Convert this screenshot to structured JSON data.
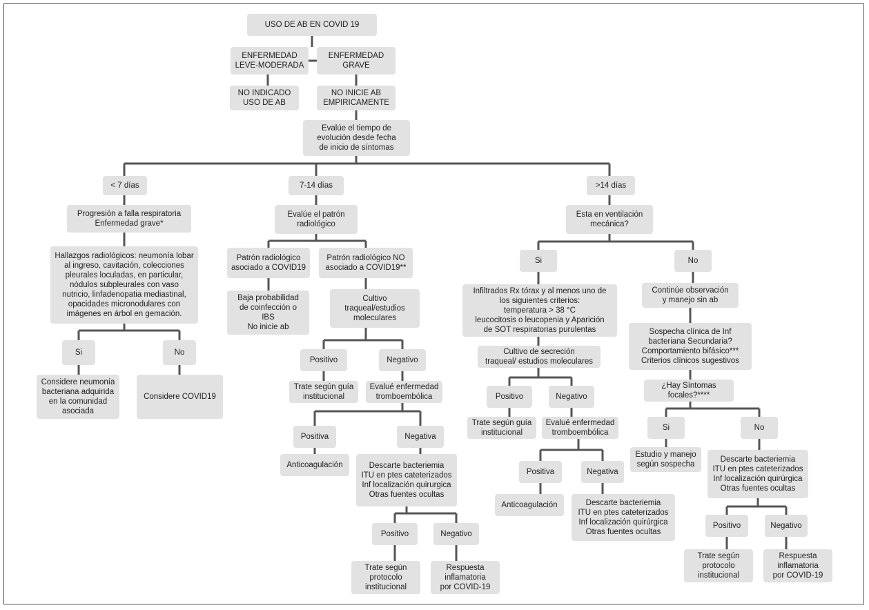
{
  "nodes": [
    {
      "id": "root",
      "text": "USO DE AB EN COVID 19"
    },
    {
      "id": "leve",
      "text": "ENFERMEDAD\nLEVE-MODERADA"
    },
    {
      "id": "grave",
      "text": "ENFERMEDAD\nGRAVE"
    },
    {
      "id": "noind",
      "text": "NO INDICADO\nUSO DE AB"
    },
    {
      "id": "noinicie",
      "text": "NO INICIE AB\nEMPIRICAMENTE"
    },
    {
      "id": "evalue",
      "text": "Evalúe el tiempo de\nevolución desde fecha\nde inicio de síntomas"
    },
    {
      "id": "lt7",
      "text": "< 7 días"
    },
    {
      "id": "d714",
      "text": "7-14 días"
    },
    {
      "id": "gt14",
      "text": ">14 días"
    },
    {
      "id": "prog",
      "text": "Progresión a falla respiratoria\nEnfermedad grave*"
    },
    {
      "id": "hall",
      "text": "Hallazgos radiológicos: neumonía lobar\nal ingreso, cavitación, colecciones\npleurales loculadas, en particular,\nnódulos subpleurales con vaso\nnutricio, linfadenopatia mediastinal,\nopacidades micronodulares con\nimágenes en árbol en gemación."
    },
    {
      "id": "si1",
      "text": "Si"
    },
    {
      "id": "no1",
      "text": "No"
    },
    {
      "id": "neumo",
      "text": "Considere neumonía\nbacteriana adquirida\nen la comunidad\nasociada"
    },
    {
      "id": "covid",
      "text": "Considere COVID19"
    },
    {
      "id": "patron",
      "text": "Evalúe el patrón\nradiológico"
    },
    {
      "id": "asoc",
      "text": "Patrón radiológico\nasociado a COVID19"
    },
    {
      "id": "noasoc",
      "text": "Patrón radiológico NO\nasociado a COVID19**"
    },
    {
      "id": "baja",
      "text": "Baja probabilidad\nde coinfección o\nIBS\nNo inicie ab"
    },
    {
      "id": "cultivo1",
      "text": "Cultivo\ntraqueal/estudios\nmoleculares"
    },
    {
      "id": "pos1",
      "text": "Positivo"
    },
    {
      "id": "neg1",
      "text": "Negativo"
    },
    {
      "id": "trate1",
      "text": "Trate según guía\ninstitucional"
    },
    {
      "id": "tromb1",
      "text": "Evalué enfermedad\ntromboembólica"
    },
    {
      "id": "posa1",
      "text": "Positiva"
    },
    {
      "id": "nega1",
      "text": "Negativa"
    },
    {
      "id": "anti1",
      "text": "Anticoagulación"
    },
    {
      "id": "desc1",
      "text": "Descarte bacteriemia\nITU en ptes cateterizados\nInf localización quirurgica\nOtras fuentes ocultas"
    },
    {
      "id": "pos2",
      "text": "Positivo"
    },
    {
      "id": "neg2",
      "text": "Negativo"
    },
    {
      "id": "trate2",
      "text": "Trate según\nprotocolo\ninstitucional"
    },
    {
      "id": "resp1",
      "text": "Respuesta\ninflamatoria\npor COVID-19"
    },
    {
      "id": "vent",
      "text": "Esta en ventilación\nmecánica?"
    },
    {
      "id": "si2",
      "text": "Si"
    },
    {
      "id": "no2",
      "text": "No"
    },
    {
      "id": "infil",
      "text": "Infiltrados Rx  tórax y al menos uno de\nlos siguientes criterios:\ntemperatura > 38 °C\nleucocitosis o leucopenia y Aparición\nde SOT respiratorias purulentas"
    },
    {
      "id": "cultivo2",
      "text": "Cultivo de secreción\ntraqueal/ estudios moleculares"
    },
    {
      "id": "pos3",
      "text": "Positivo"
    },
    {
      "id": "neg3",
      "text": "Negativo"
    },
    {
      "id": "trate3",
      "text": "Trate según guía\ninstitucional"
    },
    {
      "id": "tromb2",
      "text": "Evalué enfermedad\ntromboembólica"
    },
    {
      "id": "posa2",
      "text": "Positiva"
    },
    {
      "id": "nega2",
      "text": "Negativa"
    },
    {
      "id": "anti2",
      "text": "Anticoagulación"
    },
    {
      "id": "desc2",
      "text": "Descarte bacteriemia\nITU en ptes cateterizados\nInf localización quirúrgica\nOtras fuentes ocultas"
    },
    {
      "id": "contin",
      "text": "Continúe observación\ny manejo sin ab"
    },
    {
      "id": "sosp",
      "text": "Sospecha clínica de Inf\nbacteriana Secundaria?\nComportamiento bifásico***\nCriterios clínicos sugestivos"
    },
    {
      "id": "focales",
      "text": "¿Hay Síntomas\nfocales?****"
    },
    {
      "id": "si3",
      "text": "Si"
    },
    {
      "id": "no3",
      "text": "No"
    },
    {
      "id": "estudio",
      "text": "Estudio y manejo\nsegún sospecha"
    },
    {
      "id": "desc3",
      "text": "Descarte bacteriemia\nITU en ptes cateterizados\nInf localización quirúrgica\nOtras fuentes ocultas"
    },
    {
      "id": "pos4",
      "text": "Positivo"
    },
    {
      "id": "neg4",
      "text": "Negativo"
    },
    {
      "id": "trate4",
      "text": "Trate según\nprotocolo\ninstitucional"
    },
    {
      "id": "resp2",
      "text": "Respuesta\ninflamatoria\npor COVID-19"
    }
  ]
}
